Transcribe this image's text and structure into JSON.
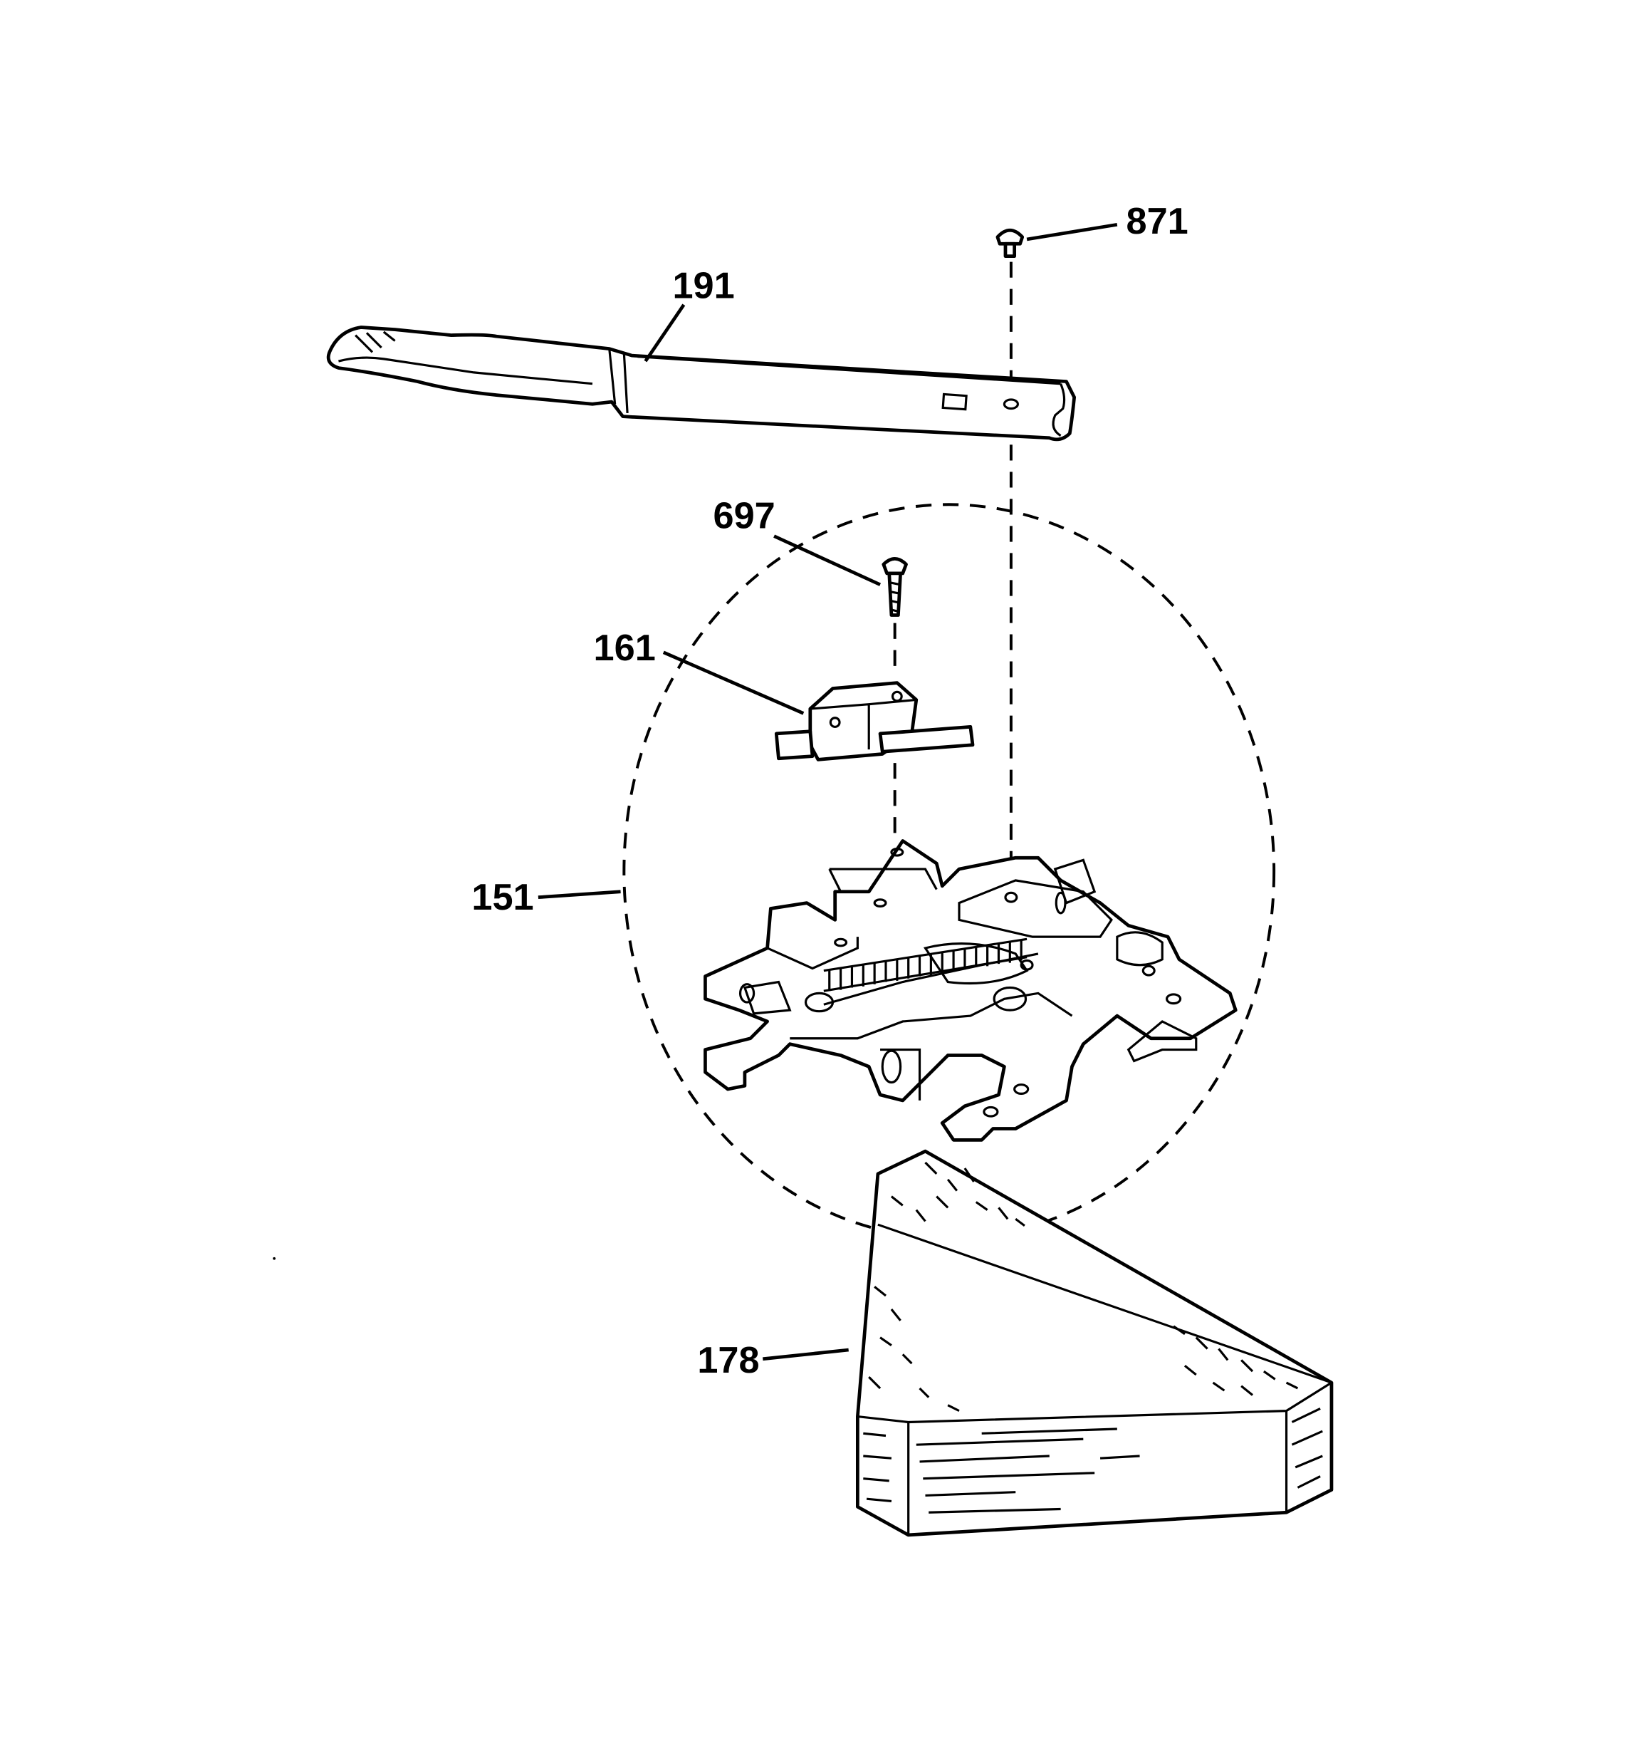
{
  "parts": {
    "p871": "871",
    "p191": "191",
    "p697": "697",
    "p161": "161",
    "p151": "151",
    "p178": "178"
  },
  "colors": {
    "line": "#000000",
    "background": "#ffffff"
  }
}
